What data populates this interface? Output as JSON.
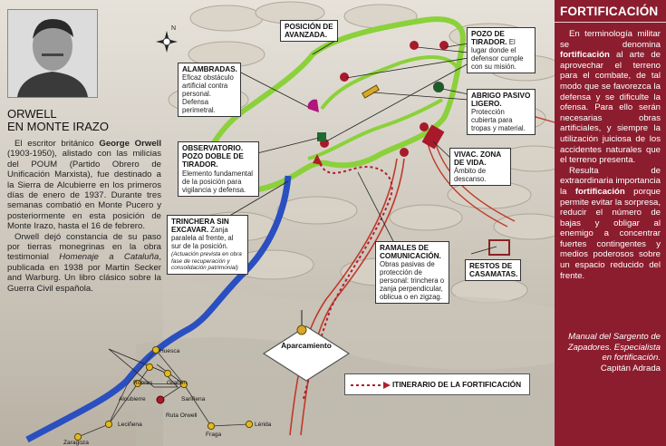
{
  "left": {
    "title_line1": "ORWELL",
    "title_line2": "EN MONTE IRAZO",
    "p1_name": "George Orwell",
    "p1_pre": "El escritor británico ",
    "p1_post": " (1903-1950), alistado con las milicias del POUM (Partido Obrero de Unificación Marxista), fue destinado a la Sierra de Alcubierre en los primeros días de enero de 1937. Durante tres semanas combatió en Monte Pucero y posteriormente en esta posición de Monte Irazo, hasta el 16 de febrero.",
    "p2_pre": "Orwell dejó constancia de su paso por tierras monegrinas en la obra testimonial ",
    "p2_book": "Homenaje a Cataluña",
    "p2_post": ", publicada en 1938 por Martin Secker and Warburg. Un libro clásico sobre la Guerra Civil española."
  },
  "right_panel": {
    "title": "FORTIFICACIÓN",
    "p1_a": "En terminología militar se denomina ",
    "p1_b": "fortificación",
    "p1_c": " al arte de aprovechar el terreno para el combate, de tal modo que se favorezca la defensa y se dificulte la ofensa. Para ello serán necesarias obras artificiales, y siempre la utilización juiciosa de los accidentes naturales que el terreno presenta.",
    "p2_a": "Resulta de extraordinaria importancia la ",
    "p2_b": "fortificación",
    "p2_c": " porque permite evitar la sorpresa, reducir el número de bajas y obligar al enemigo a concentrar fuertes contingentes y medios poderosos sobre un espacio reducido del frente.",
    "sign1": "Manual del Sargento de Zapadores. Especialista en fortificación.",
    "sign2": "Capitán Adrada"
  },
  "callouts": {
    "posicion": {
      "title": "POSICIÓN DE AVANZADA."
    },
    "pozo": {
      "title": "POZO DE TIRADOR.",
      "text": "El lugar donde el defensor cumple con su misión."
    },
    "alambradas": {
      "title": "ALAMBRADAS.",
      "text": "Eficaz obstáculo artificial contra personal. Defensa perimetral."
    },
    "abrigo": {
      "title": "ABRIGO PASIVO LIGERO.",
      "text": "Protección cubierta para tropas y material."
    },
    "observatorio": {
      "title": "OBSERVATORIO. POZO DOBLE DE TIRADOR.",
      "text": "Elemento fundamental de la posición para vigilancia y defensa."
    },
    "vivac": {
      "title": "VIVAC. ZONA DE VIDA.",
      "text": "Ámbito de descanso."
    },
    "trinchera": {
      "title": "TRINCHERA SIN EXCAVAR.",
      "text": "Zanja paralela al frente, al sur de la posición.",
      "note": "(Actuación prevista en obra fase de recuperación y consolidación patrimonial)"
    },
    "ramales": {
      "title": "RAMALES DE COMUNICACIÓN.",
      "text": "Obras pasivas de protección de personal: trinchera o zanja perpendicular, oblicua o en zigzag."
    },
    "restos": {
      "title": "RESTOS DE CASAMATAS."
    }
  },
  "aparcamiento": "Aparcamiento",
  "legend": "ITINERARIO DE LA FORTIFICACIÓN",
  "inset_map": {
    "cities": [
      "Huesca",
      "Robres",
      "Grañén",
      "Alcubierre",
      "Sariñena",
      "Ruta Orwell",
      "Leciñena",
      "Lérida",
      "Fraga",
      "Zaragoza"
    ]
  },
  "colors": {
    "panel": "#8c1d2e",
    "wire": "#8bd13a",
    "trench": "#2a4fc0",
    "itinerary": "#b01f2a"
  }
}
